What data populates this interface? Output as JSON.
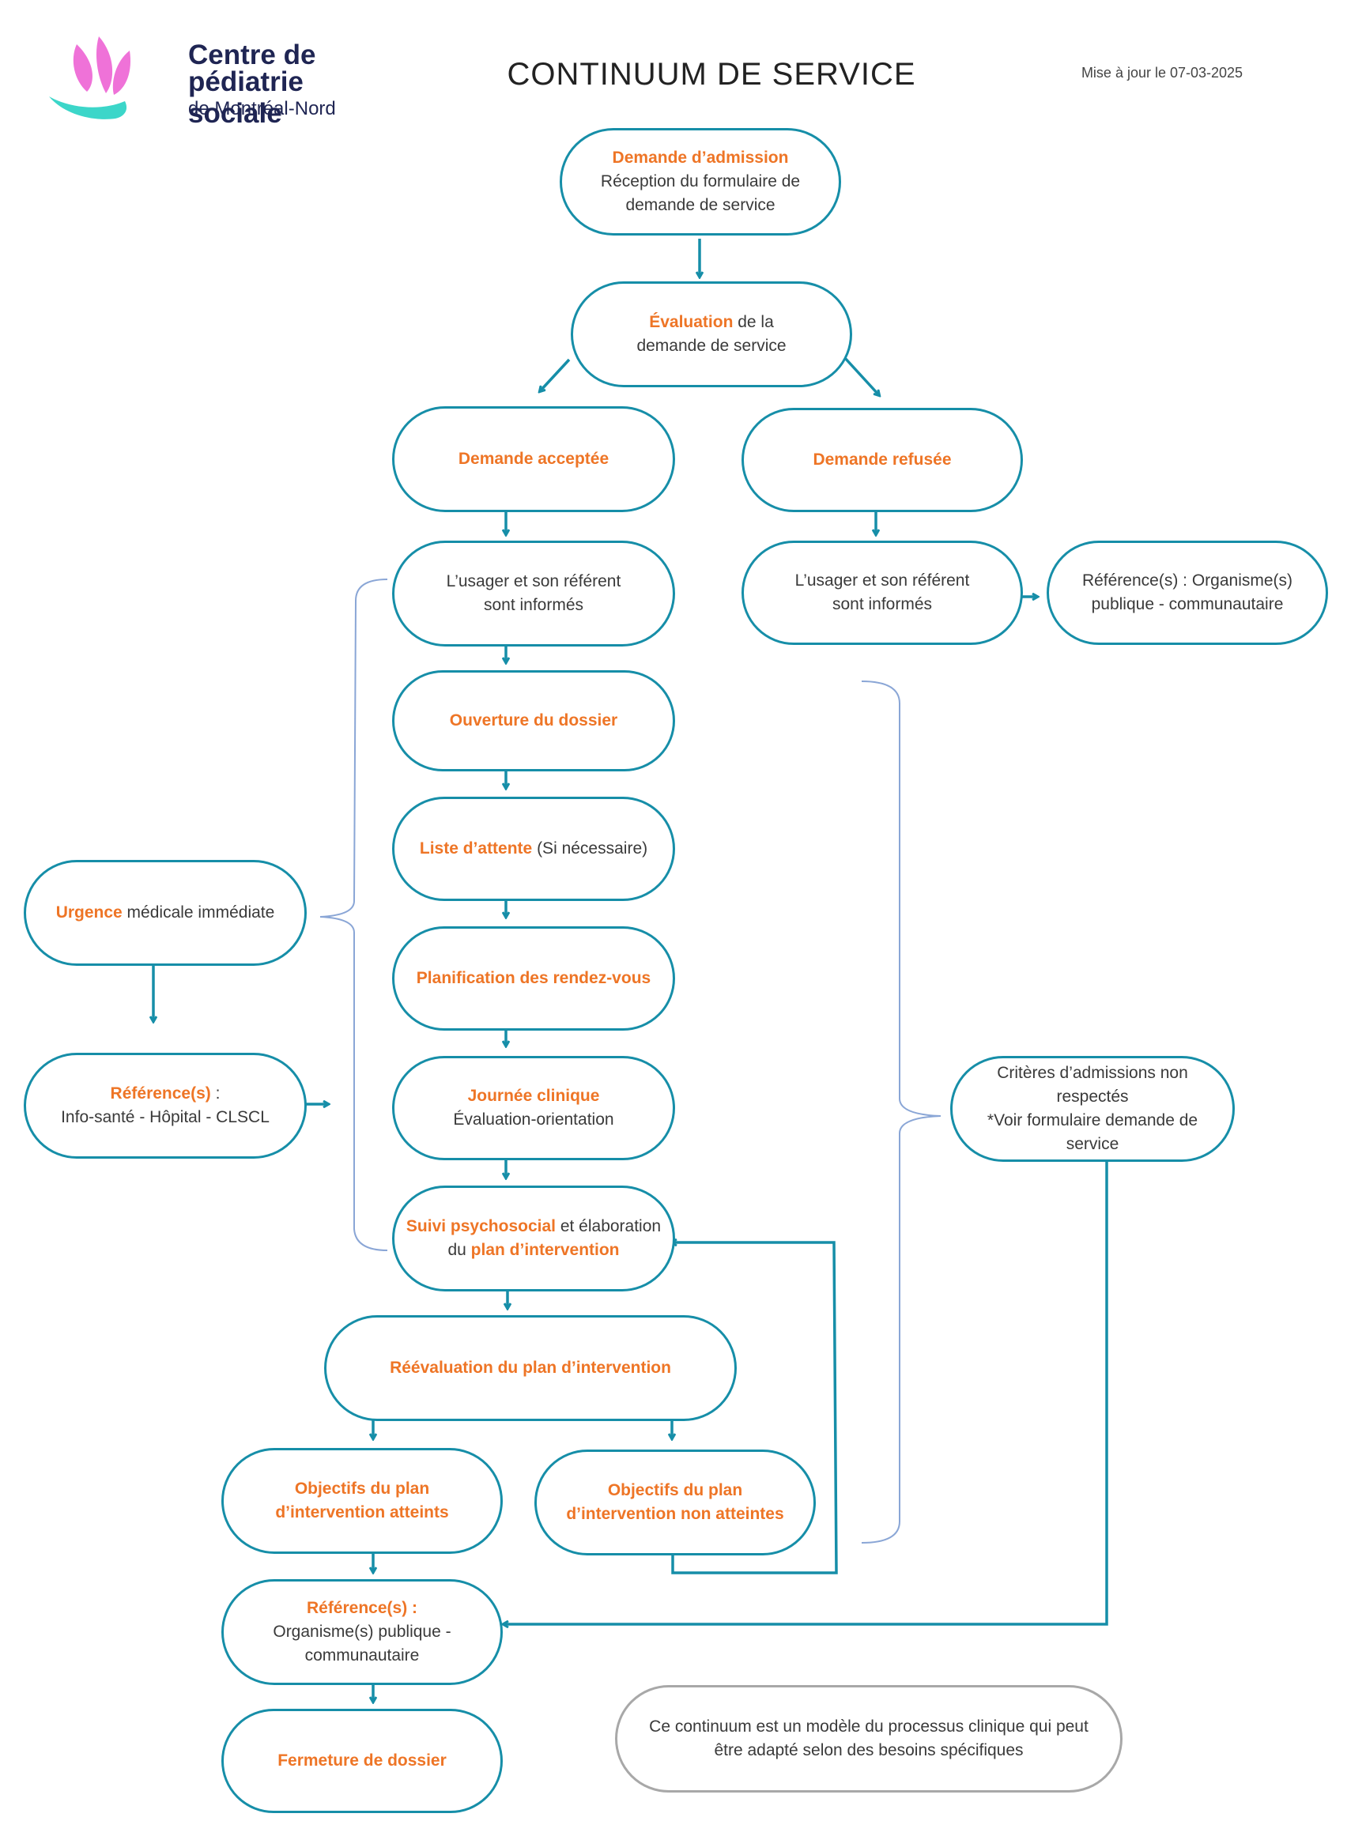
{
  "header": {
    "title": "CONTINUUM DE SERVICE",
    "updated": "Mise à jour le 07-03-2025",
    "logo": {
      "line1": "Centre de",
      "line2": "pédiatrie sociale",
      "line3": "de Montréal-Nord"
    }
  },
  "colors": {
    "border": "#168ea8",
    "accent": "#ee7526",
    "note_border": "#a8a8a8",
    "bracket": "#8aa6d6",
    "logo_pink": "#ef72d8",
    "logo_teal": "#3cd6c9",
    "logo_text": "#1f2553"
  },
  "nodes": {
    "admission": {
      "bold": "Demande d’admission",
      "l1": "Réception du formulaire de",
      "l2": "demande de service"
    },
    "evaluation": {
      "bold": "Évaluation",
      "rest": " de la",
      "l2": "demande de service"
    },
    "accepted": {
      "bold": "Demande acceptée"
    },
    "refused": {
      "bold": "Demande refusée"
    },
    "informed_left": {
      "l1": "L’usager et son référent",
      "l2": "sont informés"
    },
    "informed_right": {
      "l1": "L’usager et son référent",
      "l2": "sont informés"
    },
    "referral_right": {
      "l1": "Référence(s) : Organisme(s)",
      "l2": "publique - communautaire"
    },
    "opening": {
      "bold": "Ouverture du dossier"
    },
    "waitlist": {
      "bold": "Liste d’attente",
      "rest": " (Si nécessaire)"
    },
    "planning": {
      "bold": "Planification des rendez-vous"
    },
    "clinical_day": {
      "bold": "Journée clinique",
      "l2": "Évaluation-orientation"
    },
    "followup": {
      "bold1": "Suivi psychosocial",
      "rest1": " et élaboration",
      "pre2": "du ",
      "bold2": "plan d’intervention"
    },
    "urgency": {
      "bold": "Urgence",
      "rest": " médicale immédiate"
    },
    "referral_left": {
      "bold": "Référence(s)",
      "rest": " :",
      "l2": "Info-santé - Hôpital - CLSCL"
    },
    "criteria": {
      "l1": "Critères d’admissions non",
      "l2": "respectés",
      "l3": "*Voir formulaire demande de",
      "l4": "service"
    },
    "reevaluation": {
      "bold": "Réévaluation du plan d’intervention"
    },
    "goals_met": {
      "bold1": "Objectifs du plan",
      "bold2": "d’intervention atteints"
    },
    "goals_unmet": {
      "bold1": "Objectifs du plan",
      "bold2": "d’intervention non atteintes"
    },
    "referral_bottom": {
      "bold": "Référence(s) :",
      "l2": "Organisme(s) publique -",
      "l3": "communautaire"
    },
    "closing": {
      "bold": "Fermeture de dossier"
    },
    "note": {
      "l1": "Ce continuum est un modèle du processus clinique qui peut",
      "l2": "être adapté selon des besoins spécifiques"
    }
  }
}
